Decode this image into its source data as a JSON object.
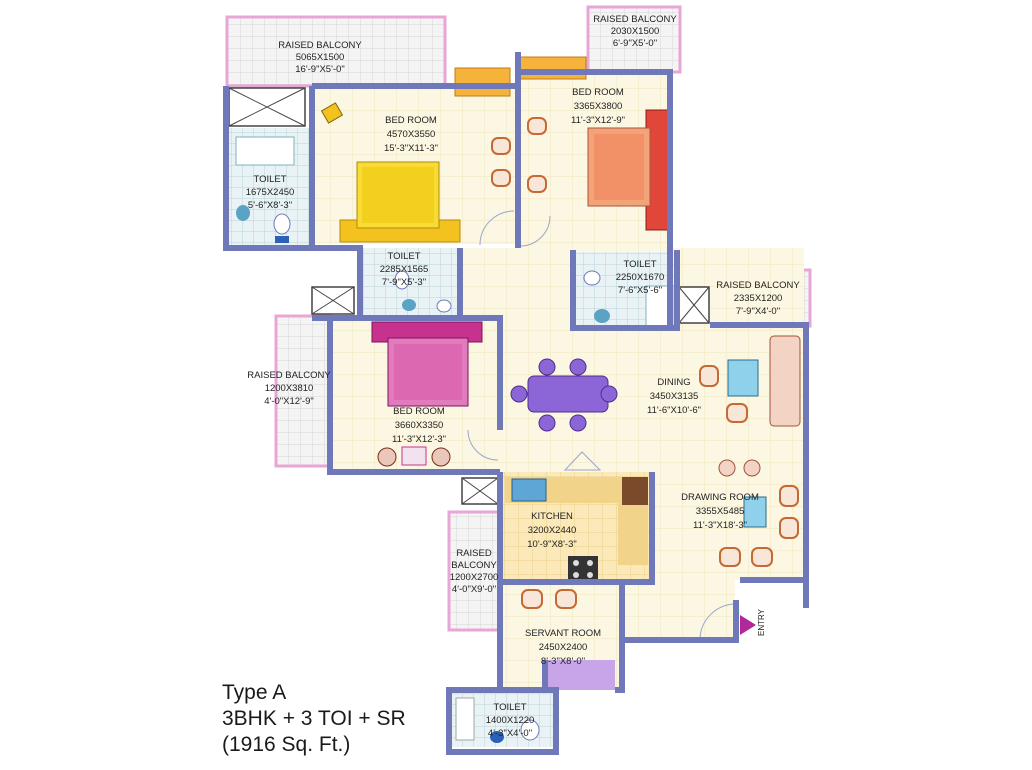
{
  "colors": {
    "wall": "#6f78b8",
    "floor": "#fbf6df",
    "tile": "#d4e6ea",
    "balcony_border": "#e8a6d6",
    "accent_pink": "#c8328f",
    "accent_purple": "#7d5bc9",
    "accent_yellow": "#f3d21f",
    "accent_orange": "#e66a3f",
    "chair": "#c46a35",
    "entry_marker": "#b0289a"
  },
  "rooms": {
    "raised_balcony_top_left": {
      "name": "RAISED BALCONY",
      "size_mm": "5065X1500",
      "size_ft": "16'-9\"X5'-0\""
    },
    "raised_balcony_top_right": {
      "name": "RAISED BALCONY",
      "size_mm": "2030X1500",
      "size_ft": "6'-9\"X5'-0\""
    },
    "bed_room_1": {
      "name": "BED ROOM",
      "size_mm": "4570X3550",
      "size_ft": "15'-3\"X11'-3\""
    },
    "bed_room_2": {
      "name": "BED ROOM",
      "size_mm": "3365X3800",
      "size_ft": "11'-3\"X12'-9\""
    },
    "toilet_left": {
      "name": "TOILET",
      "size_mm": "1675X2450",
      "size_ft": "5'-6\"X8'-3\""
    },
    "toilet_center": {
      "name": "TOILET",
      "size_mm": "2285X1565",
      "size_ft": "7'-9\"X5'-3\""
    },
    "toilet_right": {
      "name": "TOILET",
      "size_mm": "2250X1670",
      "size_ft": "7'-6\"X5'-6\""
    },
    "raised_balcony_right": {
      "name": "RAISED BALCONY",
      "size_mm": "2335X1200",
      "size_ft": "7'-9\"X4'-0\""
    },
    "raised_balcony_left": {
      "name": "RAISED BALCONY",
      "size_mm": "1200X3810",
      "size_ft": "4'-0\"X12'-9\""
    },
    "bed_room_3": {
      "name": "BED ROOM",
      "size_mm": "3660X3350",
      "size_ft": "11'-3\"X12'-3\""
    },
    "dining": {
      "name": "DINING",
      "size_mm": "3450X3135",
      "size_ft": "11'-6\"X10'-6\""
    },
    "drawing_room": {
      "name": "DRAWING ROOM",
      "size_mm": "3355X5485",
      "size_ft": "11'-3\"X18'-3\""
    },
    "kitchen": {
      "name": "KITCHEN",
      "size_mm": "3200X2440",
      "size_ft": "10'-9\"X8'-3\""
    },
    "raised_balcony_kitchen": {
      "name_line1": "RAISED",
      "name_line2": "BALCONY",
      "size_mm": "1200X2700",
      "size_ft": "4'-0\"X9'-0\""
    },
    "servant_room": {
      "name": "SERVANT ROOM",
      "size_mm": "2450X2400",
      "size_ft": "8'-3\"X8'-0\""
    },
    "toilet_servant": {
      "name": "TOILET",
      "size_mm": "1400X1220",
      "size_ft": "4'-3\"X4'-0\""
    }
  },
  "entry_label": "ENTRY",
  "caption": {
    "line1": "Type A",
    "line2": "3BHK + 3 TOI + SR",
    "line3": "(1916 Sq. Ft.)"
  }
}
